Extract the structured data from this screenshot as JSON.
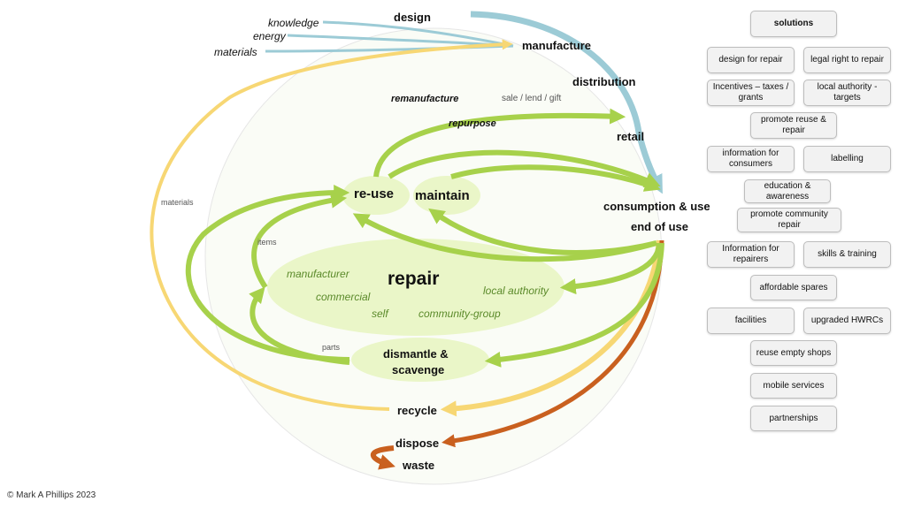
{
  "diagram": {
    "inputs": {
      "knowledge": "knowledge",
      "energy": "energy",
      "materials": "materials"
    },
    "stages": {
      "design": "design",
      "manufacture": "manufacture",
      "distribution": "distribution",
      "retail": "retail",
      "consumption": "consumption & use",
      "end_of_use": "end of use",
      "recycle": "recycle",
      "dispose": "dispose",
      "waste": "waste"
    },
    "loops": {
      "remanufacture": "remanufacture",
      "repurpose": "repurpose",
      "sale": "sale / lend / gift",
      "reuse": "re-use",
      "maintain": "maintain",
      "materials": "materials",
      "items": "items",
      "parts": "parts",
      "repair": "repair",
      "dismantle": "dismantle & scavenge"
    },
    "repair_actors": {
      "manufacturer": "manufacturer",
      "commercial": "commercial",
      "self": "self",
      "community": "community-group",
      "local": "local authority"
    },
    "colors": {
      "blue": "#9ccbd6",
      "green": "#a7d14b",
      "yellow": "#f7d774",
      "orange": "#c9601f",
      "blob": "#eaf6c8"
    }
  },
  "solutions": {
    "title": "solutions",
    "items": [
      "design for repair",
      "legal right to repair",
      "Incentives – taxes / grants",
      "local authority - targets",
      "promote reuse & repair",
      "information for consumers",
      "labelling",
      "education & awareness",
      "promote community repair",
      "Information for repairers",
      "skills & training",
      "affordable spares",
      "facilities",
      "upgraded HWRCs",
      "reuse empty shops",
      "mobile services",
      "partnerships"
    ]
  },
  "copyright": "© Mark A Phillips 2023"
}
